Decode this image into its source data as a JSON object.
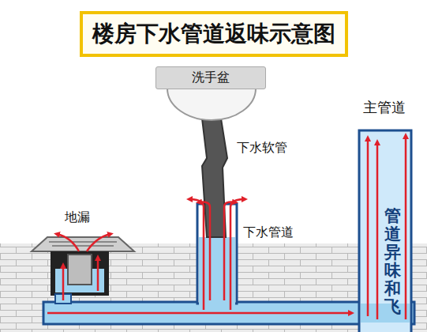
{
  "diagram": {
    "title": "楼房下水管道返味示意图",
    "nodes": [
      {
        "text": [
          "洗手盆"
        ]
      }
    ],
    "labels": [
      "下水软管",
      "下水管道",
      "地漏",
      "主管道",
      "管道异味和飞"
    ]
  }
}
